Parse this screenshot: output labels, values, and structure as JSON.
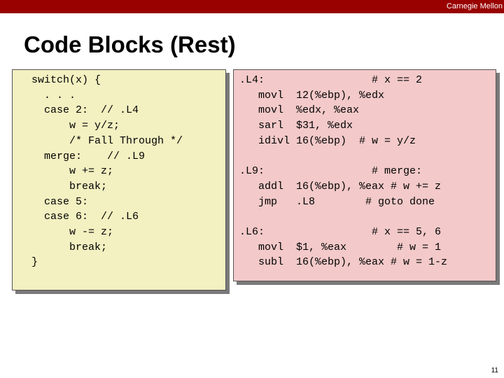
{
  "header": {
    "brand": "Carnegie Mellon",
    "bar_color": "#990000"
  },
  "slide": {
    "title": "Code Blocks (Rest)",
    "page_number": "11"
  },
  "c_code": {
    "background": "#f3f0c1",
    "lines": [
      "switch(x) {",
      "  . . .",
      "  case 2:  // .L4",
      "      w = y/z;",
      "      /* Fall Through */",
      "  merge:    // .L9",
      "      w += z;",
      "      break;",
      "  case 5:",
      "  case 6:  // .L6",
      "      w -= z;",
      "      break;",
      "}"
    ]
  },
  "asm_code": {
    "background": "#f3c9c9",
    "lines": [
      ".L4:                 # x == 2",
      "   movl  12(%ebp), %edx",
      "   movl  %edx, %eax",
      "   sarl  $31, %edx",
      "   idivl 16(%ebp)  # w = y/z",
      "",
      ".L9:                 # merge:",
      "   addl  16(%ebp), %eax # w += z",
      "   jmp   .L8        # goto done",
      "",
      ".L6:                 # x == 5, 6",
      "   movl  $1, %eax        # w = 1",
      "   subl  16(%ebp), %eax # w = 1-z"
    ]
  }
}
